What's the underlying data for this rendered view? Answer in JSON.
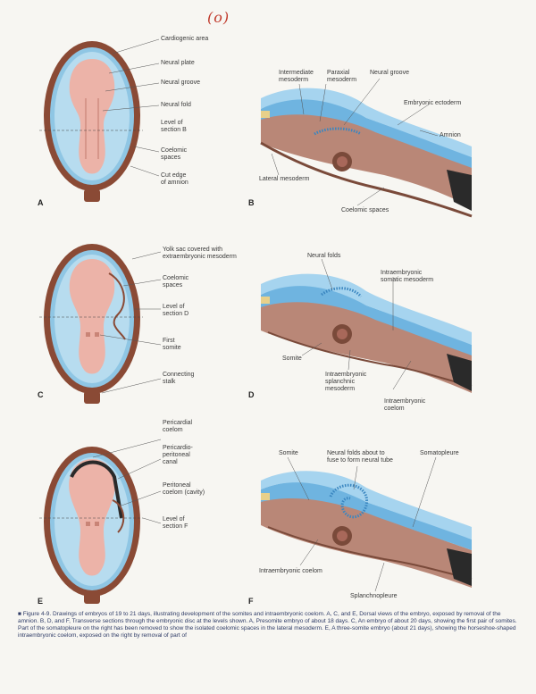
{
  "handwriting": "(o)",
  "panels": {
    "A": {
      "letter": "A",
      "labels": [
        "Cardiogenic area",
        "Neural plate",
        "Neural groove",
        "Neural fold",
        "Level of\nsection B",
        "Coelomic\nspaces",
        "Cut edge\nof amnion"
      ]
    },
    "B": {
      "letter": "B",
      "labels": [
        "Intermediate\nmesoderm",
        "Paraxial\nmesoderm",
        "Neural groove",
        "Embryonic ectoderm",
        "Amnion",
        "Lateral mesoderm",
        "Coelomic spaces"
      ]
    },
    "C": {
      "letter": "C",
      "labels": [
        "Yolk sac covered with\nextraembryonic mesoderm",
        "Coelomic\nspaces",
        "Level of\nsection D",
        "First\nsomite",
        "Connecting\nstalk"
      ]
    },
    "D": {
      "letter": "D",
      "labels": [
        "Neural folds",
        "Intraembryonic\nsomatic mesoderm",
        "Somite",
        "Intraembryonic\nsplanchnic\nmesoderm",
        "Intraembryonic\ncoelom"
      ]
    },
    "E": {
      "letter": "E",
      "labels": [
        "Pericardial\ncoelom",
        "Pericardio-\nperitoneal\ncanal",
        "Peritoneal\ncoelom (cavity)",
        "Level of\nsection F"
      ]
    },
    "F": {
      "letter": "F",
      "labels": [
        "Somite",
        "Neural folds about to\nfuse to form neural tube",
        "Somatopleure",
        "Intraembryonic coelom",
        "Splanchnopleure"
      ]
    }
  },
  "caption": "■ Figure 4-9. Drawings of embryos of 19 to 21 days, illustrating development of the somites and intraembryonic coelom. A, C, and E, Dorsal views of the embryo, exposed by removal of the amnion. B, D, and F, Transverse sections through the embryonic disc at the levels shown. A, Presomite embryo of about 18 days. C, An embryo of about 20 days, showing the first pair of somites. Part of the somatopleure on the right has been removed to show the isolated coelomic spaces in the lateral mesoderm. E, A three-somite embryo (about 21 days), showing the horseshoe-shaped intraembryonic coelom, exposed on the right by removal of part of"
}
